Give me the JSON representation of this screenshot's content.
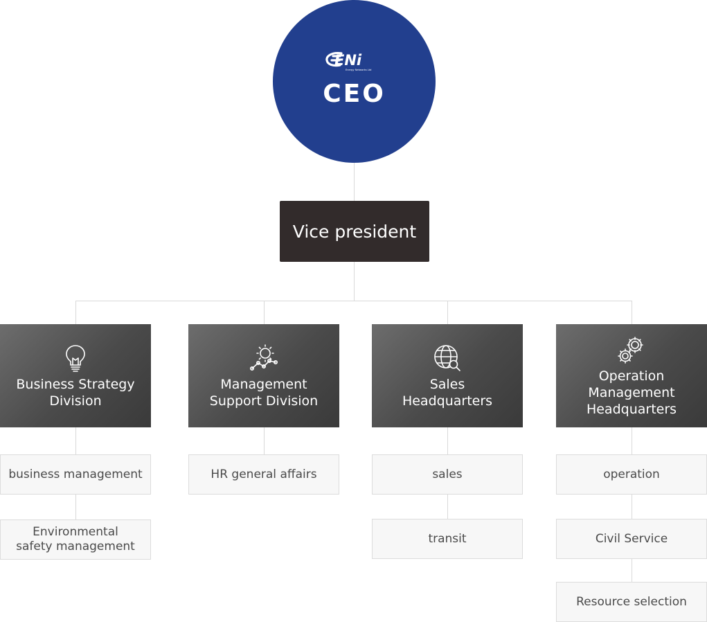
{
  "ceo": {
    "title": "CEO",
    "logo_text": "ENi",
    "logo_tagline": "Energy Networks Ltd"
  },
  "vice_president": {
    "label": "Vice president"
  },
  "divisions": [
    {
      "label": "Business Strategy\nDivision",
      "icon": "lightbulb-icon",
      "teams": [
        "business management",
        "Environmental\nsafety management"
      ]
    },
    {
      "label": "Management\nSupport Division",
      "icon": "sun-chart-icon",
      "teams": [
        "HR general affairs"
      ]
    },
    {
      "label": "Sales\nHeadquarters",
      "icon": "globe-search-icon",
      "teams": [
        "sales",
        "transit"
      ]
    },
    {
      "label": "Operation\nManagement\nHeadquarters",
      "icon": "gears-icon",
      "teams": [
        "operation",
        "Civil Service",
        "Resource selection"
      ]
    }
  ],
  "colors": {
    "ceo_circle": "#223f8e",
    "vp_box": "#322b2b",
    "division_box": "#4a4a4a",
    "team_box": "#f7f7f7",
    "connector": "#d9d9d9"
  }
}
